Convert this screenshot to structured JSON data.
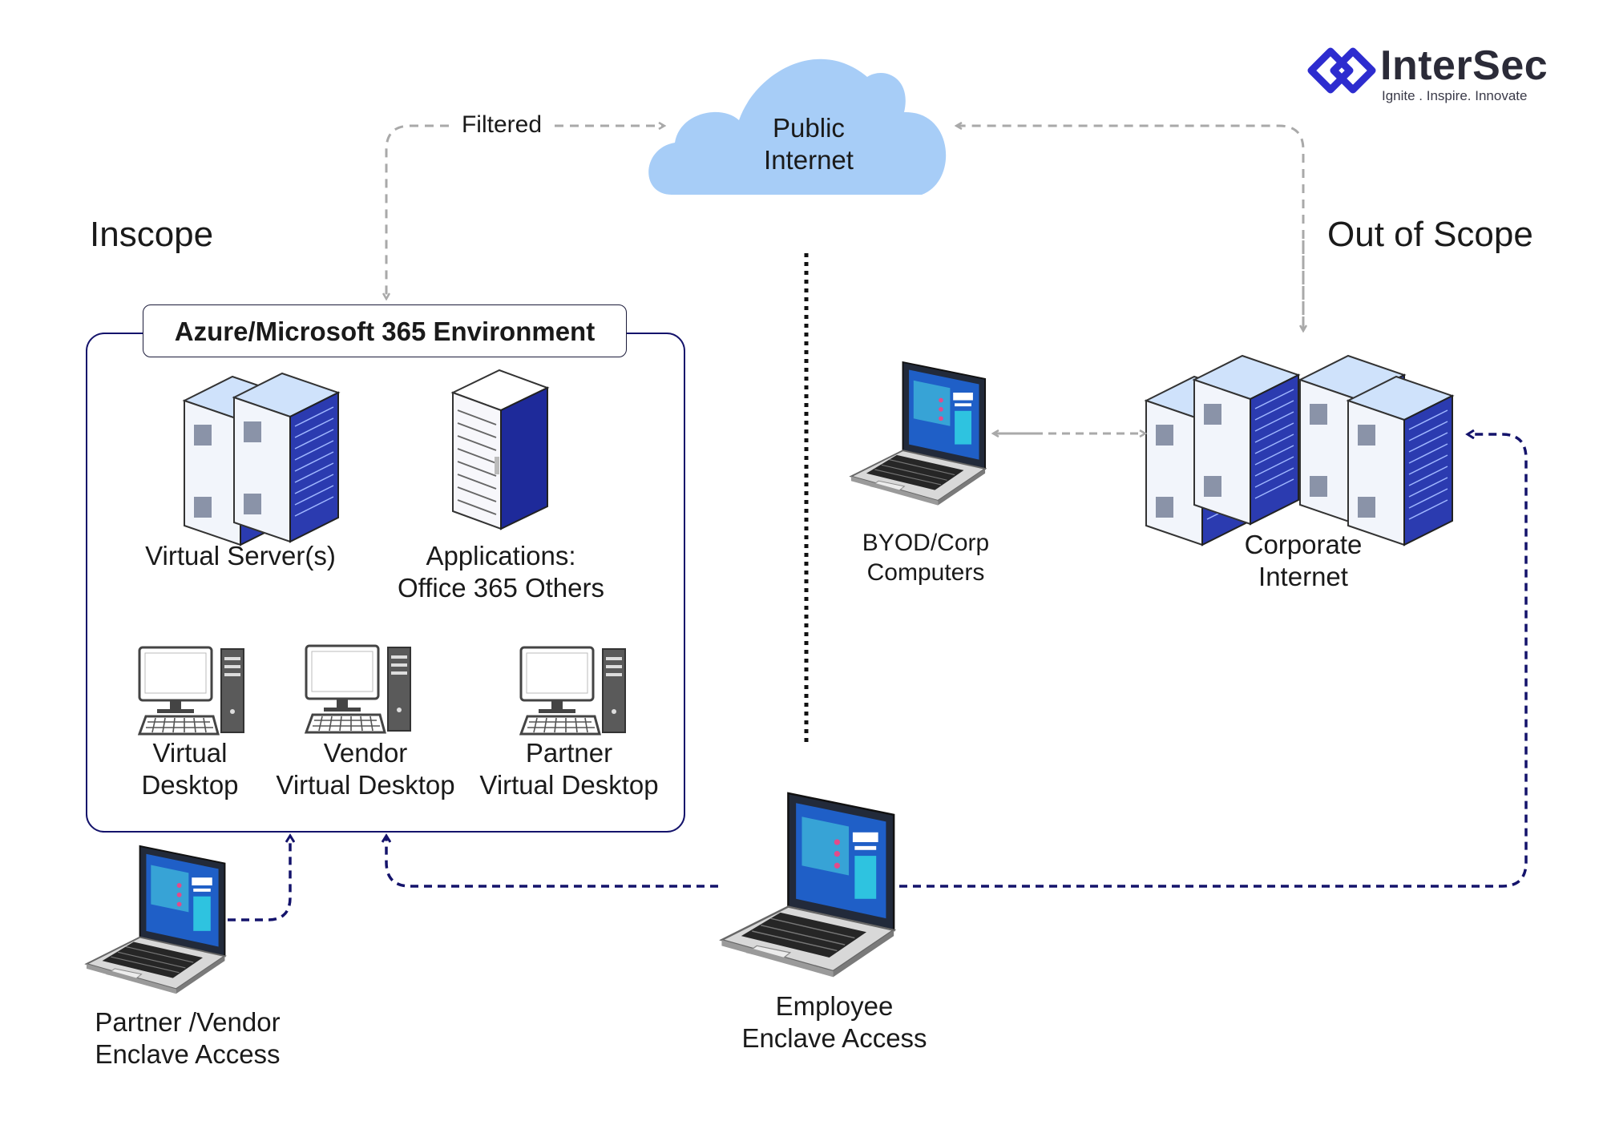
{
  "logo": {
    "name": "InterSec",
    "tagline": "Ignite . Inspire. Innovate",
    "icon": "intersec-diamond-logo"
  },
  "zones": {
    "inscope": "Inscope",
    "out_of_scope": "Out of Scope"
  },
  "cloud": {
    "line1": "Public",
    "line2": "Internet"
  },
  "links": {
    "filtered": "Filtered"
  },
  "environment": {
    "title": "Azure/Microsoft 365 Environment",
    "items": {
      "virtual_servers": "Virtual Server(s)",
      "applications_line1": "Applications:",
      "applications_line2": "Office 365 Others",
      "virtual_desktop_line1": "Virtual",
      "virtual_desktop_line2": "Desktop",
      "vendor_desktop_line1": "Vendor",
      "vendor_desktop_line2": "Virtual Desktop",
      "partner_desktop_line1": "Partner",
      "partner_desktop_line2": "Virtual Desktop"
    }
  },
  "out_of_scope_nodes": {
    "byod_line1": "BYOD/Corp",
    "byod_line2": "Computers",
    "corp_line1": "Corporate",
    "corp_line2": "Internet"
  },
  "access": {
    "partner_line1": "Partner /Vendor",
    "partner_line2": "Enclave Access",
    "employee_line1": "Employee",
    "employee_line2": "Enclave Access"
  },
  "colors": {
    "navy": "#14136b",
    "brand_blue": "#2d2ccf",
    "cloud": "#a7cdf7",
    "server_light": "#bcd8f8",
    "server_dark": "#2b3bb0",
    "gray_arrow": "#a9a9a9"
  }
}
